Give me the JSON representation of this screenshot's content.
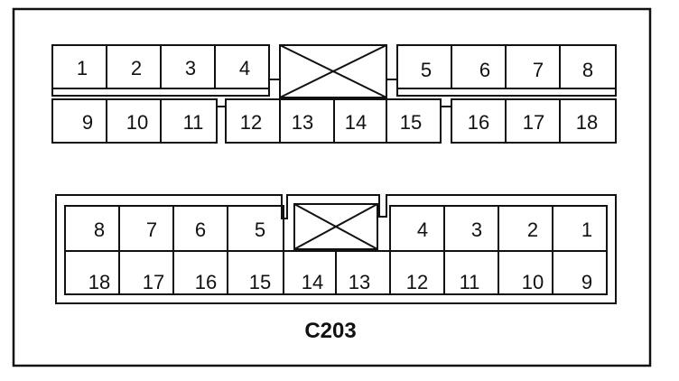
{
  "connector": {
    "label": "C203",
    "top_view": {
      "row_top_left": [
        "1",
        "2",
        "3",
        "4"
      ],
      "row_top_right": [
        "5",
        "6",
        "7",
        "8"
      ],
      "row_bottom_left": [
        "9",
        "10",
        "11"
      ],
      "row_bottom_mid": [
        "12",
        "13",
        "14",
        "15"
      ],
      "row_bottom_right": [
        "16",
        "17",
        "18"
      ]
    },
    "bottom_view": {
      "row_top_left": [
        "8",
        "7",
        "6",
        "5"
      ],
      "row_top_right": [
        "4",
        "3",
        "2",
        "1"
      ],
      "row_bottom": [
        "18",
        "17",
        "16",
        "15",
        "14",
        "13",
        "12",
        "11",
        "10",
        "9"
      ]
    }
  }
}
